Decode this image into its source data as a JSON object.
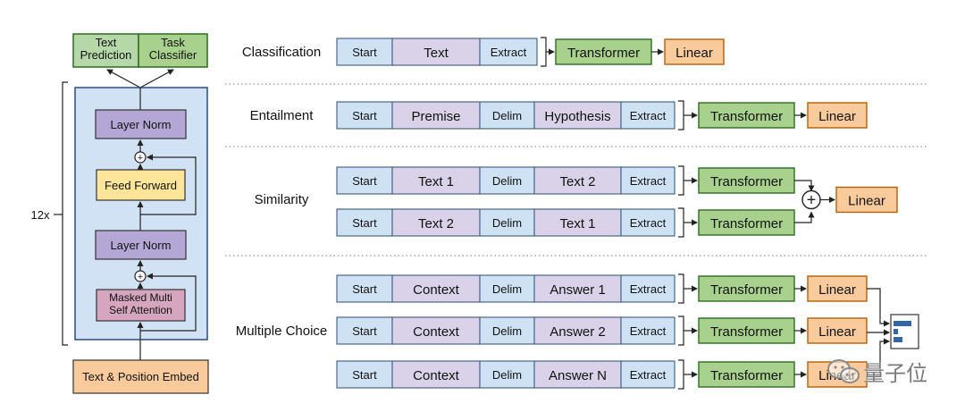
{
  "left_stack": {
    "heads": [
      "Text\nPrediction",
      "Task\nClassifier"
    ],
    "repeat_label": "12x",
    "upper_norm": "Layer Norm",
    "feed_forward": "Feed Forward",
    "lower_norm": "Layer Norm",
    "attention": "Masked Multi\nSelf Attention",
    "embed": "Text & Position Embed",
    "plus_symbol": "+"
  },
  "tasks": [
    {
      "name": "Classification",
      "rows": [
        [
          "Start",
          "Text",
          "Extract"
        ]
      ],
      "transformer": "Transformer",
      "linear": "Linear"
    },
    {
      "name": "Entailment",
      "rows": [
        [
          "Start",
          "Premise",
          "Delim",
          "Hypothesis",
          "Extract"
        ]
      ],
      "transformer": "Transformer",
      "linear": "Linear"
    },
    {
      "name": "Similarity",
      "rows": [
        [
          "Start",
          "Text 1",
          "Delim",
          "Text 2",
          "Extract"
        ],
        [
          "Start",
          "Text 2",
          "Delim",
          "Text 1",
          "Extract"
        ]
      ],
      "transformer": "Transformer",
      "linear": "Linear",
      "plus_symbol": "+"
    },
    {
      "name": "Multiple Choice",
      "rows": [
        [
          "Start",
          "Context",
          "Delim",
          "Answer 1",
          "Extract"
        ],
        [
          "Start",
          "Context",
          "Delim",
          "Answer 2",
          "Extract"
        ],
        [
          "Start",
          "Context",
          "Delim",
          "Answer N",
          "Extract"
        ]
      ],
      "transformer": "Transformer",
      "linear": "Linear"
    }
  ],
  "watermark": {
    "text": "量子位"
  },
  "colors": {
    "head_green": "#b6d7a8",
    "transformer_green": "#a9d18e",
    "green_stroke": "#2e6b1f",
    "norm_purple": "#b4a7d6",
    "feed_yellow": "#ffe599",
    "attention_pink": "#d5a6bd",
    "embed_orange": "#f9cb9c",
    "block_blue": "#d0e2f3",
    "token_blue": "#cfe2f3",
    "token_purple": "#d9d2e9",
    "linear_orange": "#f9cb9c",
    "stroke": "#333333"
  }
}
